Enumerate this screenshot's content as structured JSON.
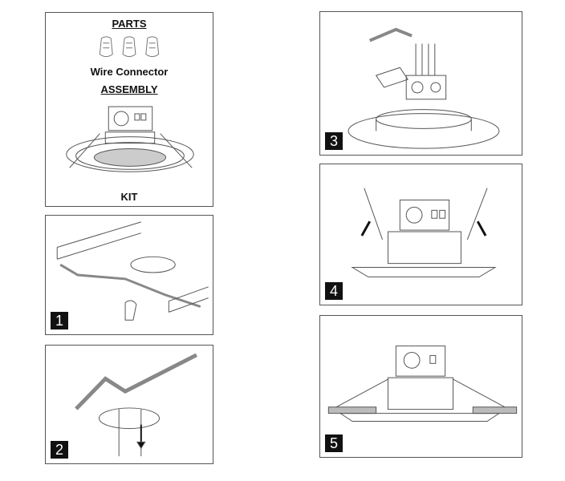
{
  "parts_panel": {
    "parts_heading": "PARTS",
    "connector_label": "Wire Connector",
    "assembly_heading": "ASSEMBLY",
    "kit_label": "KIT"
  },
  "steps": [
    {
      "number": "1"
    },
    {
      "number": "2"
    },
    {
      "number": "3"
    },
    {
      "number": "4"
    },
    {
      "number": "5"
    }
  ]
}
